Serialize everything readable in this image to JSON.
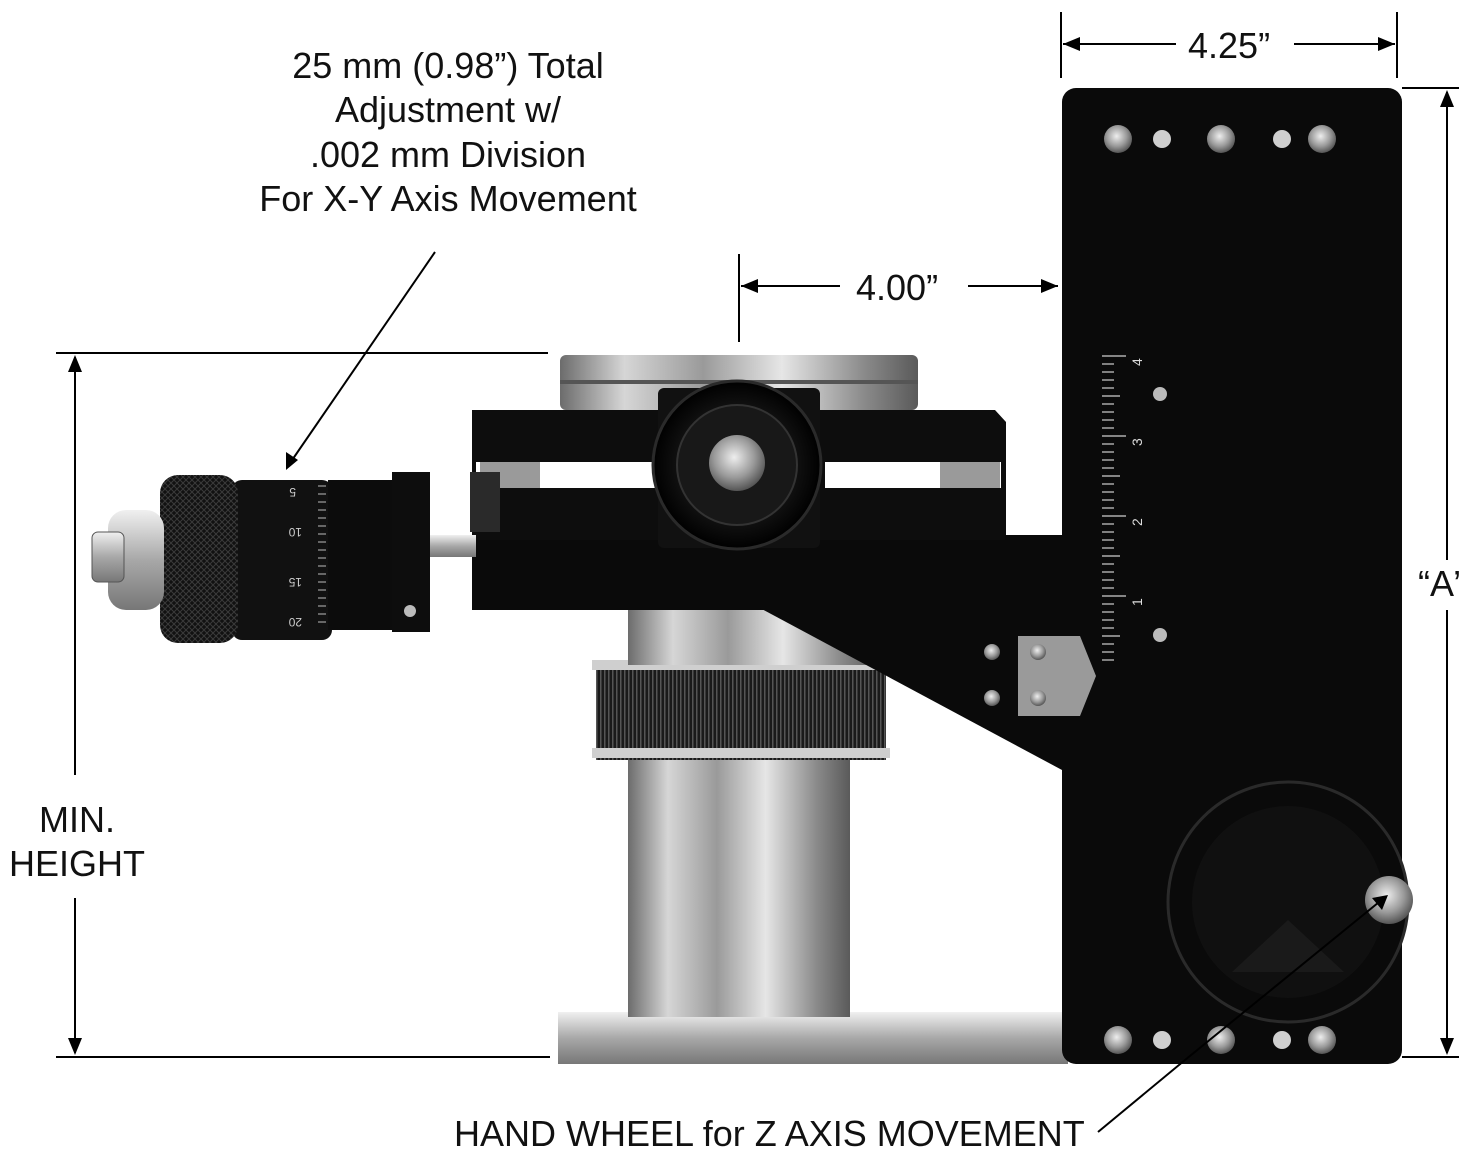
{
  "callouts": {
    "micrometer": {
      "line1": "25 mm (0.98”) Total",
      "line2": "Adjustment w/",
      "line3": ".002 mm Division",
      "line4": "For X-Y Axis Movement"
    },
    "hand_wheel": "HAND WHEEL for Z AXIS MOVEMENT"
  },
  "dimensions": {
    "width_top": "4.25”",
    "offset": "4.00”",
    "height_a": "“A”",
    "min_height_line1": "MIN.",
    "min_height_line2": "HEIGHT"
  },
  "scale_ticks": [
    "1",
    "2",
    "3",
    "4"
  ],
  "micrometer_ticks": [
    "5",
    "10",
    "15",
    "20"
  ],
  "colors": {
    "body_black": "#0a0a0a",
    "steel": "#b8b8b8",
    "line": "#000000"
  }
}
